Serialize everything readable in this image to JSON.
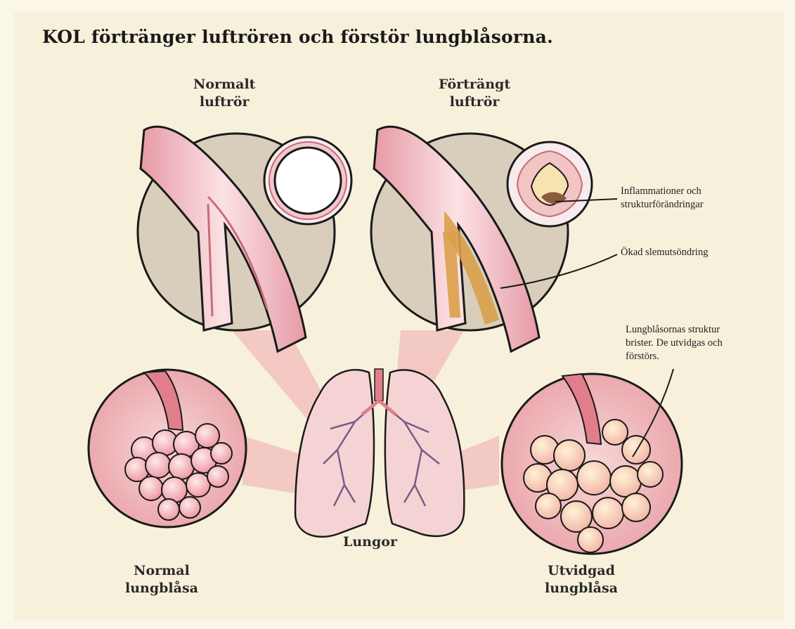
{
  "title": "KOL förtränger luftrören och förstör lungblåsorna.",
  "labels": {
    "normal_airway": [
      "Normalt",
      "luftrör"
    ],
    "narrowed_airway": [
      "Förträngt",
      "luftrör"
    ],
    "lungs": "Lungor",
    "normal_alveolus": [
      "Normal",
      "lungblåsa"
    ],
    "dilated_alveolus": [
      "Utvidgad",
      "lungblåsa"
    ]
  },
  "annotations": {
    "inflammation": [
      "Inflammationer och",
      "strukturförändringar"
    ],
    "mucus": "Ökad slemutsöndring",
    "alveoli_damage": [
      "Lungblåsornas struktur",
      "brister.  De utvidgas och",
      "förstörs."
    ]
  },
  "colors": {
    "background": "#f7f1dc",
    "circle_fill": "#d9cfbd",
    "tissue_pink": "#f2c4c4",
    "tissue_dark": "#c96b78",
    "mucus": "#d9a04a",
    "outline": "#1a1a1a"
  }
}
